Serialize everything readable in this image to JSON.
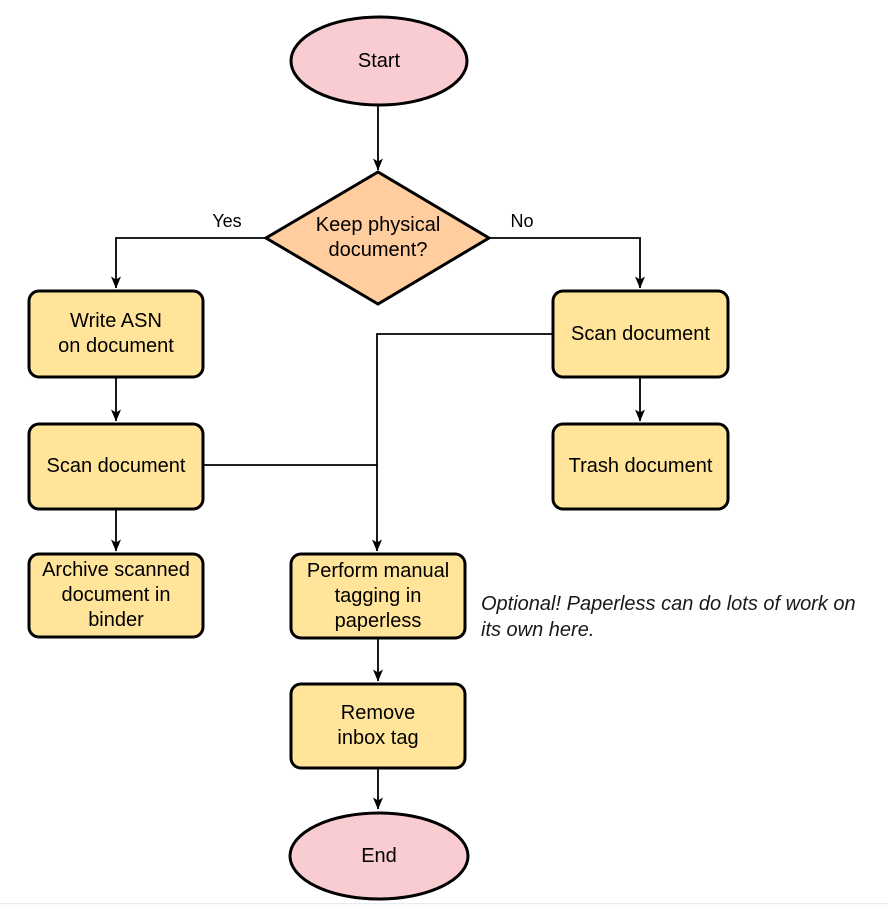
{
  "diagram": {
    "colors": {
      "terminal_fill": "#f8ccd0",
      "decision_fill": "#ffcd9e",
      "process_fill": "#ffe499",
      "stroke": "#000000",
      "note_text": "#191919"
    },
    "nodes": {
      "start": {
        "type": "terminal",
        "label": "Start"
      },
      "decision": {
        "type": "decision",
        "label": "Keep physical\ndocument?"
      },
      "write_asn": {
        "type": "process",
        "label": "Write ASN\non document"
      },
      "scan_left": {
        "type": "process",
        "label": "Scan document"
      },
      "archive": {
        "type": "process",
        "label": "Archive scanned\ndocument in\nbinder"
      },
      "scan_right": {
        "type": "process",
        "label": "Scan document"
      },
      "trash": {
        "type": "process",
        "label": "Trash document"
      },
      "tagging": {
        "type": "process",
        "label": "Perform manual\ntagging in\npaperless"
      },
      "remove_inbox": {
        "type": "process",
        "label": "Remove\ninbox tag"
      },
      "end": {
        "type": "terminal",
        "label": "End"
      }
    },
    "edge_labels": {
      "yes": "Yes",
      "no": "No"
    },
    "note": {
      "text": "Optional! Paperless can do lots of work on\nits own here."
    }
  }
}
